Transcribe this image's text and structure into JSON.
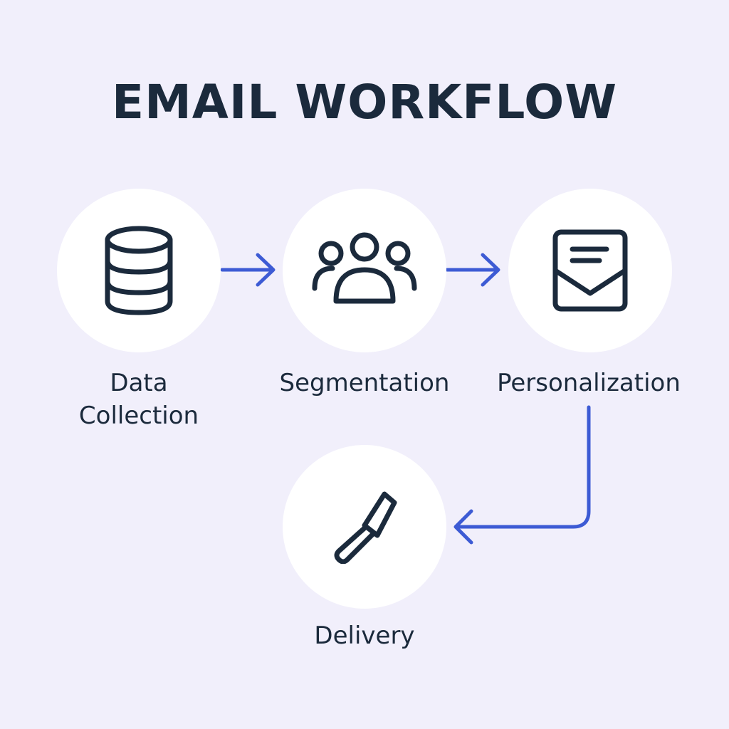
{
  "title": "EMAIL WORKFLOW",
  "colors": {
    "background": "#f1effb",
    "node_fill": "#ffffff",
    "icon_stroke": "#1b2a3c",
    "connector": "#3d5bd4"
  },
  "steps": [
    {
      "label": "Data Collection",
      "icon": "database-icon"
    },
    {
      "label": "Segmentation",
      "icon": "users-group-icon"
    },
    {
      "label": "Personalization",
      "icon": "envelope-icon"
    },
    {
      "label": "Delivery",
      "icon": "trowel-icon"
    }
  ]
}
